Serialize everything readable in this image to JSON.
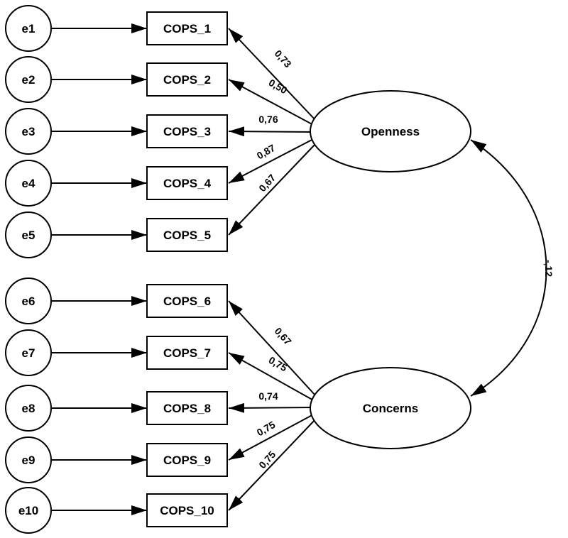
{
  "factors": [
    {
      "id": "openness",
      "label": "Openness"
    },
    {
      "id": "concerns",
      "label": "Concerns"
    }
  ],
  "errors": [
    "e1",
    "e2",
    "e3",
    "e4",
    "e5",
    "e6",
    "e7",
    "e8",
    "e9",
    "e10"
  ],
  "items": [
    {
      "label": "COPS_1",
      "factor": 0,
      "loading": "0,73"
    },
    {
      "label": "COPS_2",
      "factor": 0,
      "loading": "0,50"
    },
    {
      "label": "COPS_3",
      "factor": 0,
      "loading": "0,76"
    },
    {
      "label": "COPS_4",
      "factor": 0,
      "loading": "0,87"
    },
    {
      "label": "COPS_5",
      "factor": 0,
      "loading": "0,67"
    },
    {
      "label": "COPS_6",
      "factor": 1,
      "loading": "0,67"
    },
    {
      "label": "COPS_7",
      "factor": 1,
      "loading": "0,75"
    },
    {
      "label": "COPS_8",
      "factor": 1,
      "loading": "0,74"
    },
    {
      "label": "COPS_9",
      "factor": 1,
      "loading": "0,75"
    },
    {
      "label": "COPS_10",
      "factor": 1,
      "loading": "0,75"
    }
  ],
  "correlation": {
    "label": "-,12"
  }
}
